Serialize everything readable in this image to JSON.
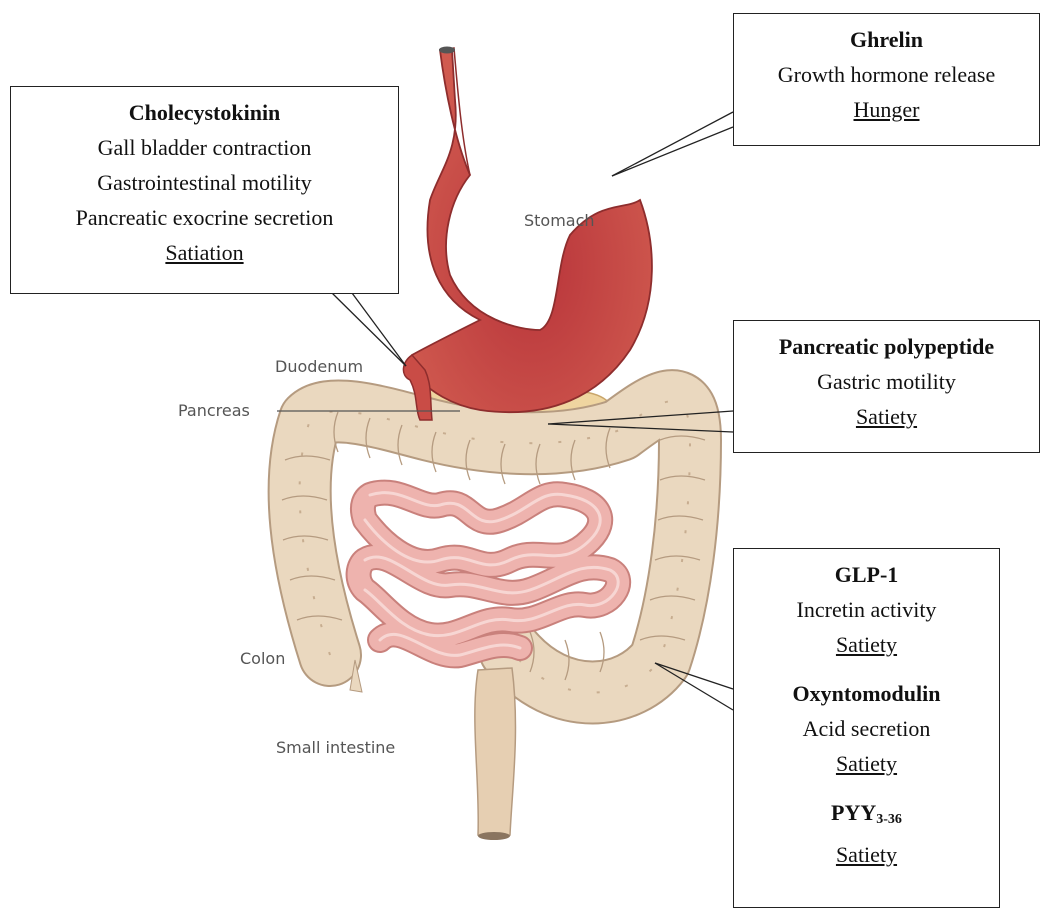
{
  "organ_labels": {
    "stomach": "Stomach",
    "duodenum": "Duodenum",
    "pancreas": "Pancreas",
    "colon": "Colon",
    "small_intestine": "Small intestine"
  },
  "boxes": {
    "ghrelin": {
      "title": "Ghrelin",
      "effects": [
        "Growth hormone release"
      ],
      "behaviour": "Hunger"
    },
    "cholecystokinin": {
      "title": "Cholecystokinin",
      "effects": [
        "Gall bladder contraction",
        "Gastrointestinal motility",
        "Pancreatic exocrine secretion"
      ],
      "behaviour": "Satiation"
    },
    "pancreatic_polypeptide": {
      "title": "Pancreatic polypeptide",
      "effects": [
        "Gastric motility"
      ],
      "behaviour": "Satiety"
    },
    "gut": {
      "glp1": {
        "title": "GLP-1",
        "effect": "Incretin activity",
        "behaviour": "Satiety"
      },
      "oxyntomodulin": {
        "title": "Oxyntomodulin",
        "effect": "Acid secretion",
        "behaviour": "Satiety"
      },
      "pyy": {
        "title": "PYY",
        "subscript": "3-36",
        "behaviour": "Satiety"
      }
    }
  },
  "colors": {
    "stomach": "#c94c46",
    "colon": "#ead8bf",
    "small_intestine": "#e9a6a2",
    "pancreas": "#efd5a0"
  }
}
